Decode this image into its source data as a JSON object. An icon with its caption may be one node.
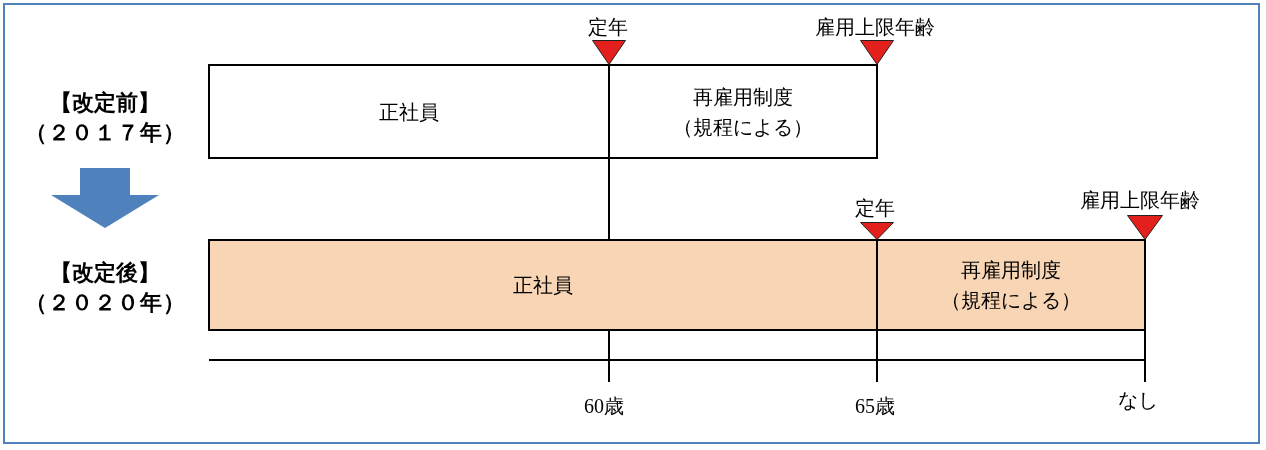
{
  "diagram": {
    "nodes": [
      {
        "text": [
          "【改定前】",
          "（２０１７年）"
        ]
      },
      {
        "text": [
          "正社員"
        ]
      },
      {
        "text": [
          "再雇用制度",
          "（規程による）"
        ]
      },
      {
        "text": [
          "【改定後】",
          "（２０２０年）"
        ]
      },
      {
        "text": [
          "正社員"
        ]
      },
      {
        "text": [
          "再雇用制度",
          "（規程による）"
        ]
      }
    ],
    "edges": [
      {
        "from": 0,
        "to": 3,
        "arrow": "to"
      }
    ],
    "labels": [
      "定年",
      "雇用上限年齢",
      "定年",
      "雇用上限年齢",
      "60歳",
      "65歳",
      "なし"
    ]
  }
}
